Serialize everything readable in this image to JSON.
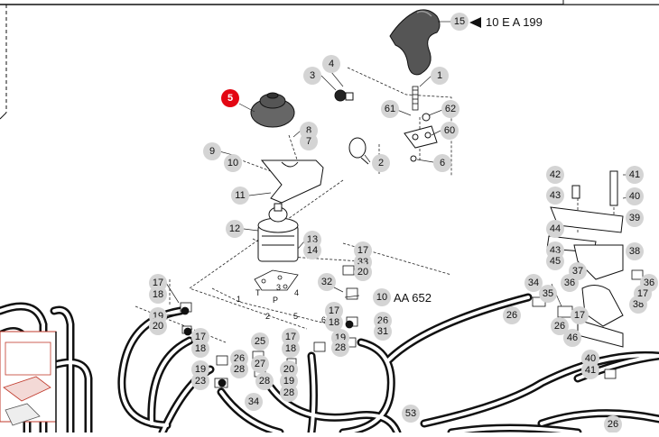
{
  "diagram": {
    "highlight_color": "#e30613",
    "callout_color": "#d4d4d4",
    "callouts": {
      "c15": "15",
      "c1": "1",
      "c3": "3",
      "c4": "4",
      "c5": "5",
      "c61": "61",
      "c62": "62",
      "c60": "60",
      "c6": "6",
      "c8": "8",
      "c7": "7",
      "c9": "9",
      "c10a": "10",
      "c2": "2",
      "c11": "11",
      "c12": "12",
      "c13": "13",
      "c14": "14",
      "c17a": "17",
      "c33": "33",
      "c20a": "20",
      "c32": "32",
      "c10b": "10",
      "c17b": "17",
      "c18a": "18",
      "c19a": "19",
      "c20b": "20",
      "c17c": "17",
      "c18b": "18",
      "c26a": "26",
      "c31": "31",
      "c25": "25",
      "c17d": "17",
      "c18c": "18",
      "c19b": "19",
      "c23": "23",
      "c17e": "17",
      "c18d": "18",
      "c26b": "26",
      "c27": "27",
      "c28a": "28",
      "c19c": "19",
      "c28b": "28",
      "c20c": "20",
      "c34a": "34",
      "c19d": "19",
      "c28c": "28",
      "c28d": "28",
      "c53": "53",
      "c34b": "34",
      "c35": "35",
      "c26c": "26",
      "c26d": "26",
      "c17f": "17",
      "c46": "46",
      "c37": "37",
      "c36a": "36",
      "c36b": "36",
      "c42": "42",
      "c43a": "43",
      "c41": "41",
      "c40a": "40",
      "c39": "39",
      "c44": "44",
      "c43b": "43",
      "c45": "45",
      "c38a": "38",
      "c38b": "38",
      "c17g": "17",
      "c40b": "40",
      "c41b": "41",
      "c26e": "26"
    },
    "refs": {
      "ref15": "10 E A 199",
      "ref10": "AA 652"
    },
    "small_labels": {
      "s1": "1",
      "s2": "2",
      "s3": "3",
      "s4": "4",
      "s5": "5",
      "s6": "6",
      "sT": "T",
      "sP": "P"
    },
    "icons": [
      "arrow-left-icon"
    ]
  }
}
